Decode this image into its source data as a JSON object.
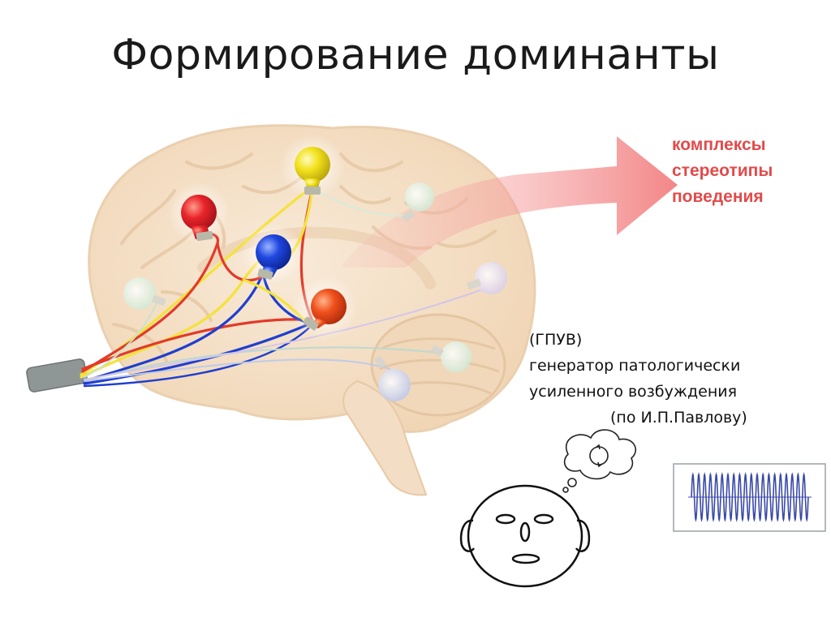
{
  "slide": {
    "title": "Формирование доминанты"
  },
  "arrow": {
    "color": "#f27f80",
    "labels": [
      "комплексы",
      "стереотипы",
      "поведения"
    ]
  },
  "gpuv": {
    "lines": [
      "(ГПУВ)",
      "генератор патологически",
      "усиленного возбуждения",
      "(по И.П.Павлову)"
    ]
  },
  "colors": {
    "brain": "#f4dcc0",
    "brain_outline": "#e8c9a4",
    "wire_red": "#e23a2a",
    "wire_blue": "#1f3fd0",
    "wire_yellow": "#f4e23a",
    "bulb_red": "#e8242a",
    "bulb_yellow": "#f2e21c",
    "bulb_blue": "#1f46e0",
    "bulb_orange": "#f0501c",
    "label_red": "#e24a4a"
  },
  "icons": [
    "light-bulb-icon",
    "cable-icon",
    "face-icon",
    "thought-cloud-icon",
    "oscillogram-icon"
  ]
}
